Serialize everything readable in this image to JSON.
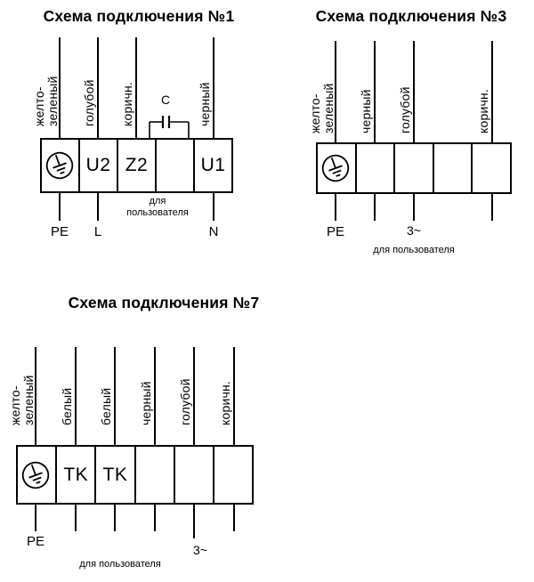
{
  "meta": {
    "background": "#ffffff",
    "ink": "#000000"
  },
  "diagram1": {
    "title": "Схема подключения №1",
    "wire_labels": [
      "желто-\nзеленый",
      "голубой",
      "коричн.",
      "черный"
    ],
    "terminals": [
      "U2",
      "Z2",
      "",
      "U1"
    ],
    "capacitor_label": "C",
    "pe_label": "PE",
    "l_label": "L",
    "n_label": "N",
    "user_note": "для\nпользователя"
  },
  "diagram2": {
    "title": "Схема подключения №3",
    "wire_labels": [
      "желто-\nзеленый",
      "черный",
      "голубой",
      "коричн."
    ],
    "terminals": [
      "",
      "",
      "",
      ""
    ],
    "pe_label": "PE",
    "phase_label": "3~",
    "user_note": "для пользователя"
  },
  "diagram3": {
    "title": "Схема подключения №7",
    "wire_labels": [
      "желто-\nзеленый",
      "белый",
      "белый",
      "черный",
      "голубой",
      "коричн."
    ],
    "terminals": [
      "TK",
      "TK",
      "",
      "",
      ""
    ],
    "pe_label": "PE",
    "phase_label": "3~",
    "user_note": "для пользователя"
  },
  "icons": {
    "ground": "protective-earth-icon",
    "capacitor": "capacitor-icon"
  }
}
